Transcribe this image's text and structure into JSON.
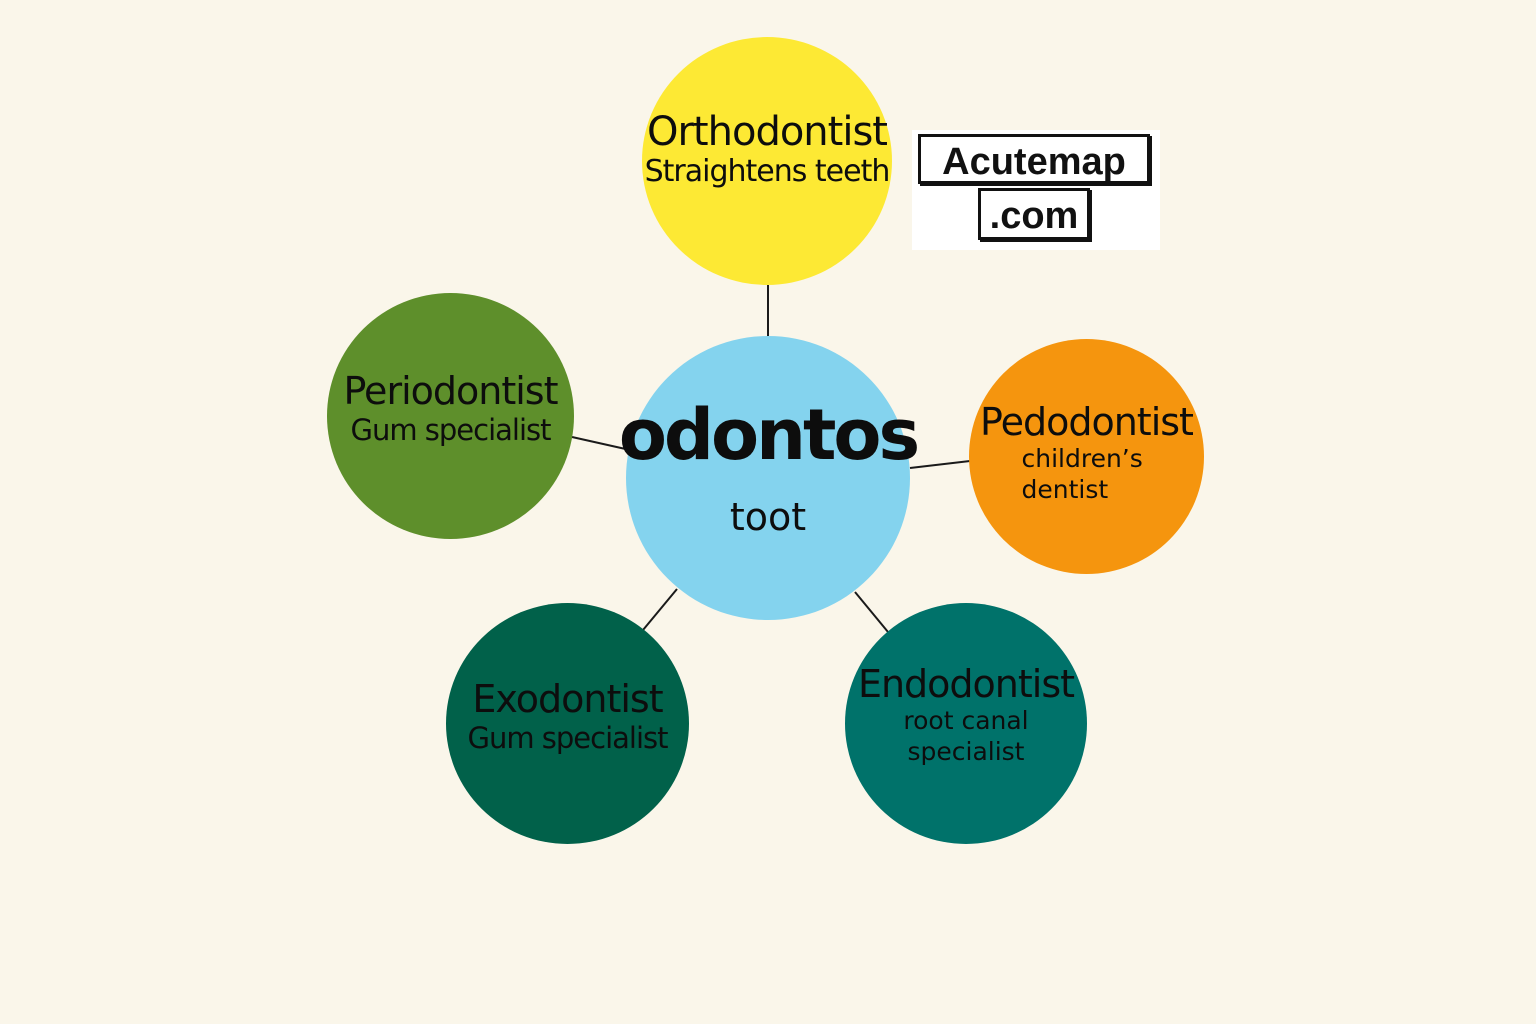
{
  "center": {
    "title": "odontos",
    "subtitle": "toot",
    "color": "#84d3ee"
  },
  "nodes": {
    "orthodontist": {
      "title": "Orthodontist",
      "subtitle": "Straightens teeth",
      "color": "#fde934"
    },
    "periodontist": {
      "title": "Periodontist",
      "subtitle": "Gum specialist",
      "color": "#5e8f2b"
    },
    "pedodontist": {
      "title": "Pedodontist",
      "subtitle_line1": "children’s",
      "subtitle_line2": "dentist",
      "color": "#f5950e"
    },
    "exodontist": {
      "title": "Exodontist",
      "subtitle": "Gum specialist",
      "color": "#01614a"
    },
    "endodontist": {
      "title": "Endodontist",
      "subtitle_line1": "root canal",
      "subtitle_line2": "specialist",
      "color": "#00726a"
    }
  },
  "logo": {
    "line1": "Acutemap",
    "line2": ".com"
  },
  "background": "#faf6ea"
}
